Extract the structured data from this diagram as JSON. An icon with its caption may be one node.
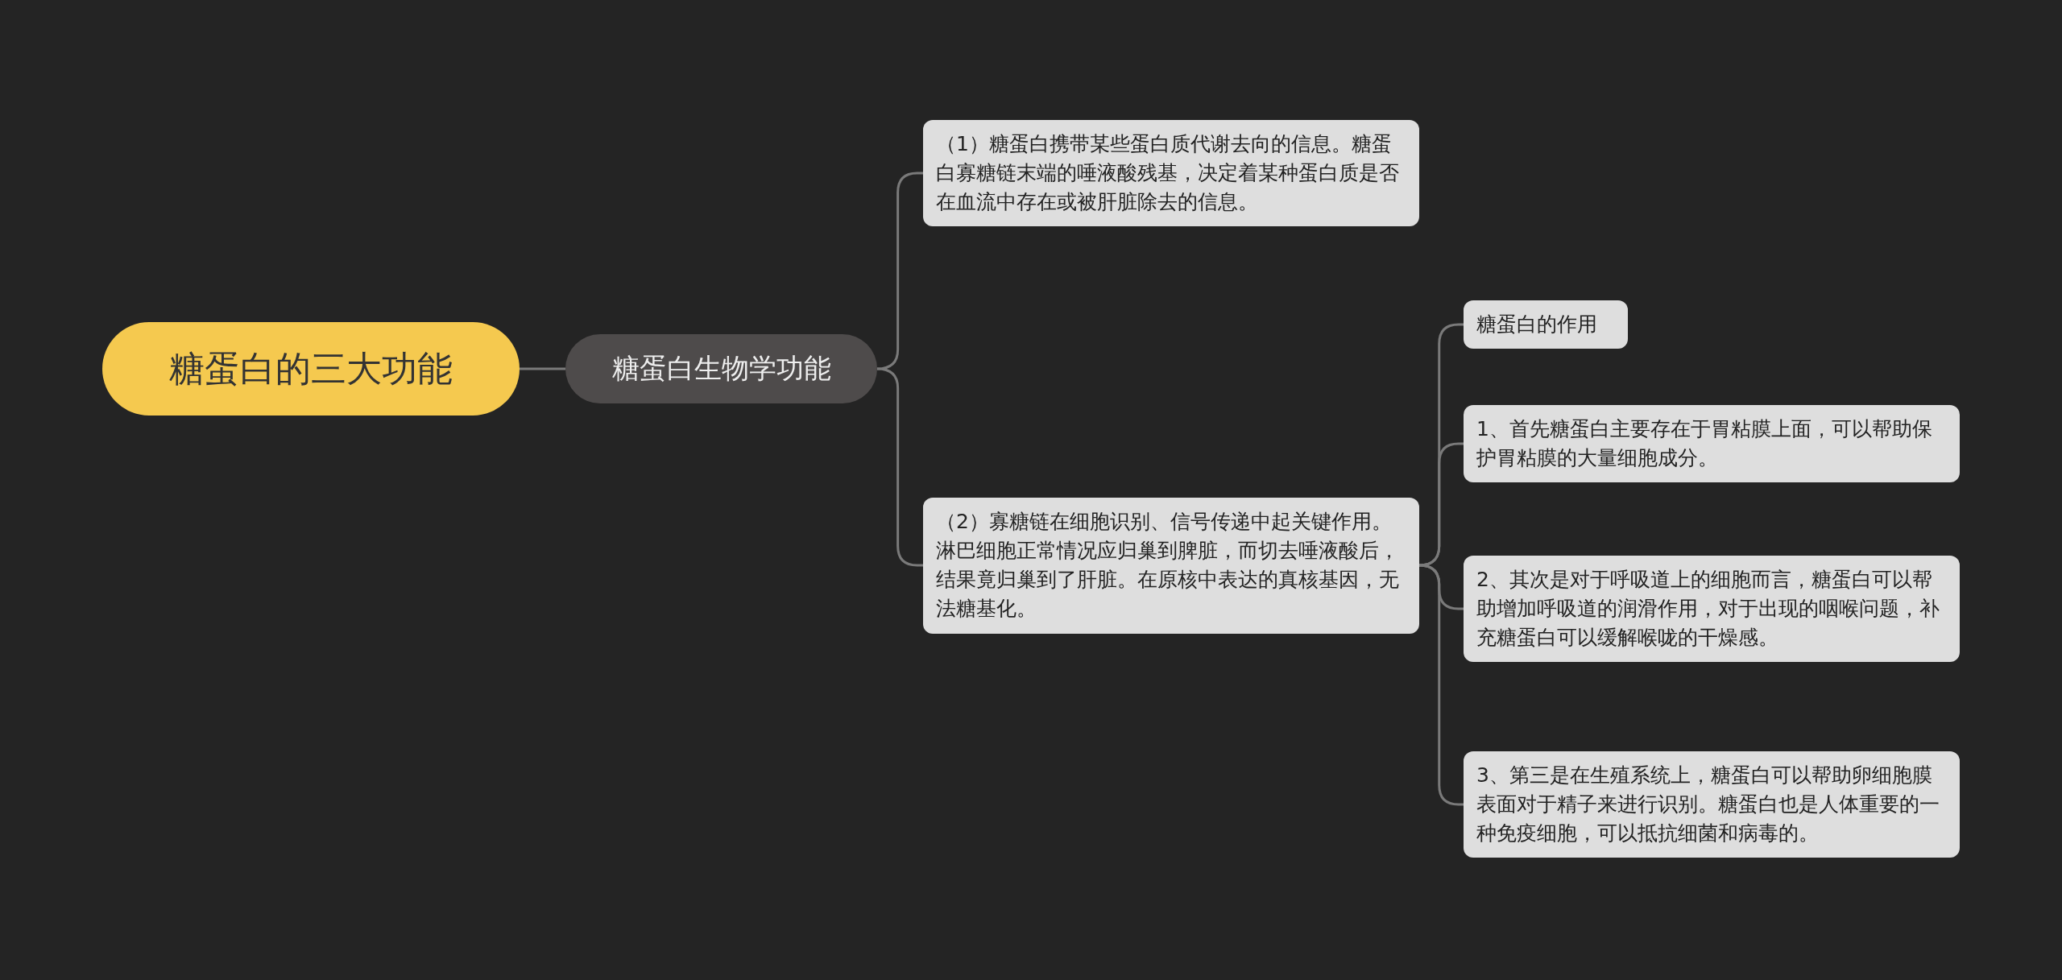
{
  "diagram": {
    "nodes": [
      {
        "text": [
          "糖蛋白的三大功能"
        ]
      },
      {
        "text": [
          "糖蛋白生物学功能"
        ]
      },
      {
        "text": [
          "（1）糖蛋白携带某些蛋白质代谢去向的信息。糖蛋白寡糖链末端的唾液酸残基，决定着某种蛋白质是否在血流中存在或被肝脏除去的信息。"
        ]
      },
      {
        "text": [
          "（2）寡糖链在细胞识别、信号传递中起关键作用。淋巴细胞正常情况应归巢到脾脏，而切去唾液酸后，结果竟归巢到了肝脏。在原核中表达的真核基因，无法糖基化。"
        ]
      },
      {
        "text": [
          "糖蛋白的作用"
        ]
      },
      {
        "text": [
          "1、首先糖蛋白主要存在于胃粘膜上面，可以帮助保护胃粘膜的大量细胞成分。"
        ]
      },
      {
        "text": [
          "2、其次是对于呼吸道上的细胞而言，糖蛋白可以帮助增加呼吸道的润滑作用，对于出现的咽喉问题，补充糖蛋白可以缓解喉咙的干燥感。"
        ]
      },
      {
        "text": [
          "3、第三是在生殖系统上，糖蛋白可以帮助卵细胞膜表面对于精子来进行识别。糖蛋白也是人体重要的一种免疫细胞，可以抵抗细菌和病毒的。"
        ]
      }
    ],
    "edges": [
      {
        "from": 0,
        "to": 1,
        "arrow": "none"
      },
      {
        "from": 1,
        "to": 2,
        "arrow": "none"
      },
      {
        "from": 1,
        "to": 3,
        "arrow": "none"
      },
      {
        "from": 3,
        "to": 4,
        "arrow": "none"
      },
      {
        "from": 3,
        "to": 5,
        "arrow": "none"
      },
      {
        "from": 3,
        "to": 6,
        "arrow": "none"
      },
      {
        "from": 3,
        "to": 7,
        "arrow": "none"
      }
    ]
  }
}
